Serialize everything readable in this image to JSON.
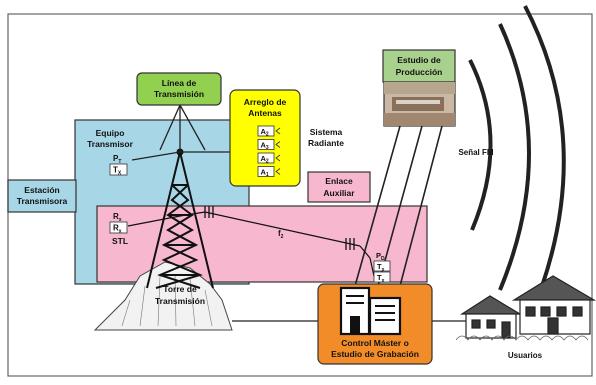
{
  "diagram": {
    "linea_transmision": "Línea de Transmisión",
    "equipo_transmisor": [
      "Equipo",
      "Transmisor"
    ],
    "transmitter_codes": [
      "P",
      "T"
    ],
    "transmitter_subscripts": [
      "T",
      "X"
    ],
    "estacion_transmisora": [
      "Estación",
      "Transmisora"
    ],
    "arreglo_antenas": [
      "Arreglo de",
      "Antenas"
    ],
    "antenna_elements": [
      "A2",
      "A3",
      "A2",
      "A1"
    ],
    "sistema_radiante": [
      "Sistema",
      "Radiante"
    ],
    "estudio_produccion": [
      "Estudio de",
      "Producción"
    ],
    "senal_fm": "Señal FM",
    "enlace_auxiliar": [
      "Enlace",
      "Auxiliar"
    ],
    "stl_receiver_codes": [
      "R",
      "R"
    ],
    "stl_receiver_subscripts": [
      "x",
      "x"
    ],
    "stl": "STL",
    "link_frequency": "f",
    "link_frequency_sub": "2",
    "studio_tx_codes": [
      "P",
      "T",
      "T"
    ],
    "studio_tx_subscripts": [
      "D",
      "x",
      "x"
    ],
    "torre_transmision": [
      "Torre de",
      "Transmisión"
    ],
    "control_master": [
      "Control Máster o",
      "Estudio de Grabación"
    ],
    "usuarios": "Usuarios"
  },
  "colors": {
    "equipo_box": "#a7d6e6",
    "enlace_box": "#f7b8cf",
    "linea_box": "#92d050",
    "antenas_box": "#ffff00",
    "control_box": "#f28c28",
    "estudio_box": "#a9d18e"
  }
}
